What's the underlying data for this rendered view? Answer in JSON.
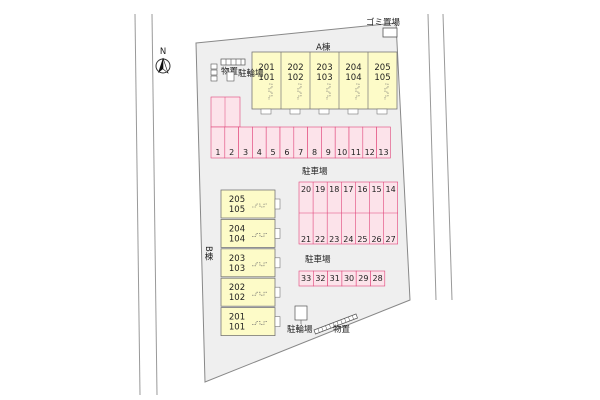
{
  "site_map": {
    "compass": "N",
    "labels": {
      "garbage": "ゴミ置場",
      "building_a": "A棟",
      "building_b": "B棟",
      "bike_a": "駐輪場",
      "storage_a": "物置",
      "parking_mid": "駐車場",
      "parking_lower": "駐車場",
      "bike_b": "駐輪場",
      "storage_b": "物置"
    },
    "building_a_units": [
      {
        "upper": "201",
        "lower": "101"
      },
      {
        "upper": "202",
        "lower": "102"
      },
      {
        "upper": "203",
        "lower": "103"
      },
      {
        "upper": "204",
        "lower": "104"
      },
      {
        "upper": "205",
        "lower": "105"
      }
    ],
    "building_b_units": [
      {
        "upper": "205",
        "lower": "105"
      },
      {
        "upper": "204",
        "lower": "104"
      },
      {
        "upper": "203",
        "lower": "103"
      },
      {
        "upper": "202",
        "lower": "102"
      },
      {
        "upper": "201",
        "lower": "101"
      }
    ],
    "parking_row_top": [
      "1",
      "2",
      "3",
      "4",
      "5",
      "6",
      "7",
      "8",
      "9",
      "10",
      "11",
      "12",
      "13"
    ],
    "parking_grid_upper": [
      "20",
      "19",
      "18",
      "17",
      "16",
      "15",
      "14"
    ],
    "parking_grid_lower": [
      "21",
      "22",
      "23",
      "24",
      "25",
      "26",
      "27"
    ],
    "parking_row_bottom": [
      "33",
      "32",
      "31",
      "30",
      "29",
      "28"
    ],
    "colors": {
      "site": "#efefef",
      "building": "#fdfbc8",
      "parking": "#fce3ea",
      "parking_line": "#e0447a"
    }
  }
}
